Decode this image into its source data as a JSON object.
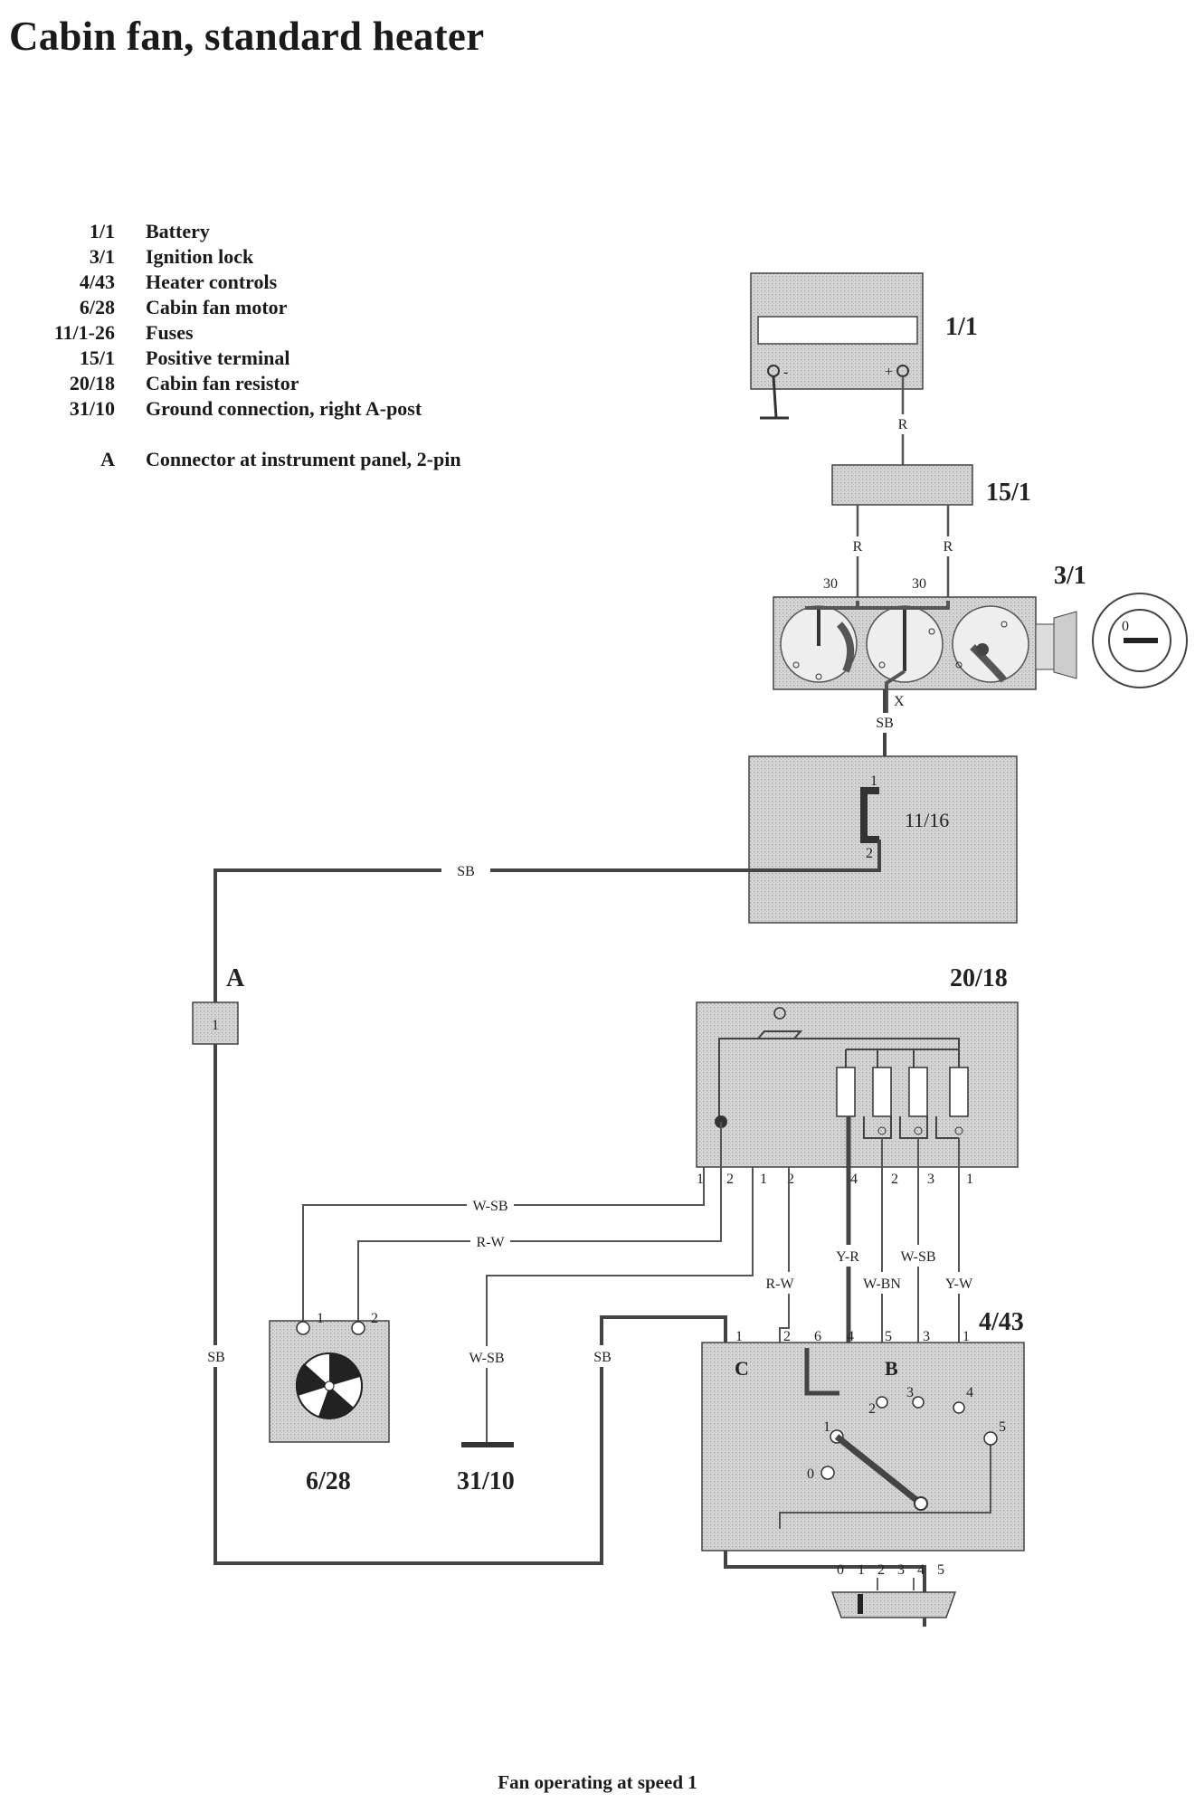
{
  "title": "Cabin fan, standard heater",
  "legend": [
    {
      "code": "1/1",
      "desc": "Battery"
    },
    {
      "code": "3/1",
      "desc": "Ignition lock"
    },
    {
      "code": "4/43",
      "desc": "Heater controls"
    },
    {
      "code": "6/28",
      "desc": "Cabin fan motor"
    },
    {
      "code": "11/1-26",
      "desc": "Fuses"
    },
    {
      "code": "15/1",
      "desc": "Positive terminal"
    },
    {
      "code": "20/18",
      "desc": "Cabin fan resistor"
    },
    {
      "code": "31/10",
      "desc": "Ground connection, right A-post"
    }
  ],
  "legend_extra": {
    "code": "A",
    "desc": "Connector at instrument panel, 2-pin"
  },
  "components": {
    "battery": "1/1",
    "positive_terminal": "15/1",
    "ignition_lock": "3/1",
    "fuse": "11/16",
    "connector": "A",
    "resistor": "20/18",
    "fan_motor": "6/28",
    "ground": "31/10",
    "heater_controls": "4/43"
  },
  "wires": {
    "R": "R",
    "SB": "SB",
    "W_SB": "W-SB",
    "R_W": "R-W",
    "Y_R": "Y-R",
    "W_BN": "W-BN",
    "Y_W": "Y-W"
  },
  "terminals": {
    "t30": "30",
    "x": "X",
    "one": "1",
    "two": "2",
    "three": "3",
    "four": "4",
    "five": "5",
    "six": "6",
    "zero": "0",
    "minus": "-",
    "plus": "+",
    "C": "C",
    "B": "B"
  },
  "footer": "Fan operating at speed 1"
}
